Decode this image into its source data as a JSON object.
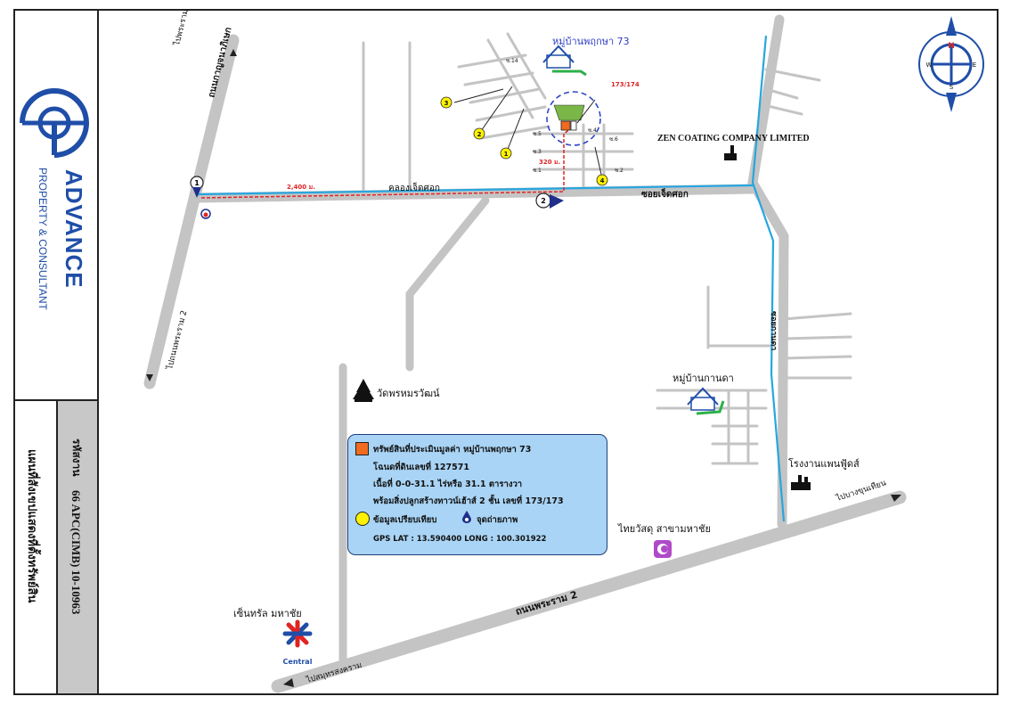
{
  "company": {
    "name": "ADVANCE",
    "subtitle": "PROPERTY & CONSULTANT"
  },
  "report": {
    "code_label": "รหัสงาน",
    "code_value": "66 APC(CIMB) 10-10963",
    "title": "แผนที่สังเขปแสดงที่ตั้งทรัพย์สิน"
  },
  "roads": {
    "left_road": "ถนนกาญจนาภิเษก",
    "to_top": "ไปพระรามสอง",
    "to_bottom": "ไปถนนพระราม 2",
    "khlong": "คลองเจ็ดศอก",
    "soi": "ซอยเจ็ดศอก",
    "right_soi": "ซอยกานดา",
    "main_road": "ถนนพระราม 2",
    "to_samut": "ไปสมุทรสงคราม",
    "to_bangkhunthian": "ไปบางขุนเทียน",
    "distance_1": "2,400 ม.",
    "distance_2": "320 ม."
  },
  "soi_labels": [
    "ซ.14",
    "ซ.5",
    "ซ.4",
    "ซ.3",
    "ซ.1",
    "ซ.6",
    "ซ.2"
  ],
  "places": {
    "village_top": "หมู่บ้านพฤกษา 73",
    "village_right": "หมู่บ้านกานดา",
    "zen": "ZEN COATING COMPANY LIMITED",
    "temple": "วัดพรหมรวัฒน์",
    "factory": "โรงงานแพนฟู้ดส์",
    "central": "เซ็นทรัล มหาชัย",
    "central_logo_text": "Central",
    "thaiwatsadu": "ไทยวัสดุ สาขามหาชัย",
    "house_no": "173/174"
  },
  "markers": {
    "photo_points": [
      "1",
      "2"
    ],
    "compare_points": [
      "1",
      "2",
      "3",
      "4"
    ]
  },
  "compass": {
    "n": "N",
    "s": "S",
    "e": "E",
    "w": "W"
  },
  "legend": {
    "line1": "ทรัพย์สินที่ประเมินมูลค่า หมู่บ้านพฤกษา 73",
    "line2": "โฉนดที่ดินเลขที่ 127571",
    "line3": "เนื้อที่  0-0-31.1 ไร่หรือ 31.1 ตารางวา",
    "line4": "พร้อมสิ่งปลูกสร้างทาวน์เฮ้าส์ 2 ชั้น เลขที่ 173/173",
    "compare": "ข้อมูลเปรียบเทียบ",
    "photo": "จุดถ่ายภาพ",
    "gps": "GPS LAT : 13.590400 LONG : 100.301922"
  },
  "colors": {
    "road": "#c4c4c4",
    "water": "#27a6e0",
    "subject": "#f06a20",
    "compare": "#fff200",
    "route": "#e02424",
    "brand": "#1f4ea8",
    "legend_bg": "#a9d4f5"
  }
}
